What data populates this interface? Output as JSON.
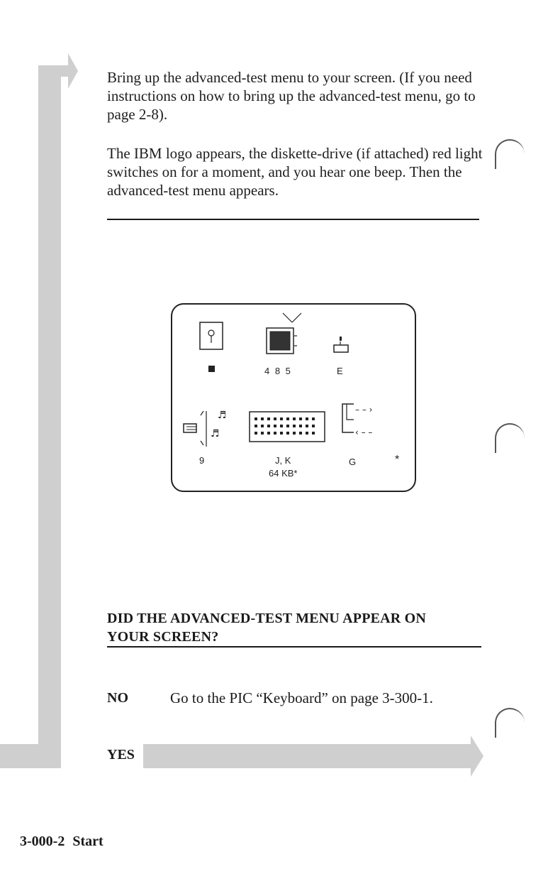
{
  "intro": {
    "paragraph1": "Bring up the advanced-test menu to your screen. (If you need instructions on how to bring up the advanced-test menu, go to page 2-8).",
    "paragraph2": "The IBM logo appears, the diskette-drive (if attached) red light switches on for a moment, and you hear one beep. Then the advanced-test menu appears."
  },
  "diagram": {
    "system_unit_digits": "4 8 5",
    "printer_letter": "E",
    "speaker_digit": "9",
    "memory_letters": "J, K",
    "memory_size": "64 KB*",
    "communications_letter": "G",
    "asterisk": "*"
  },
  "question": {
    "line1": "DID THE ADVANCED-TEST MENU APPEAR ON",
    "line2": "YOUR SCREEN?"
  },
  "answers": {
    "no_label": "NO",
    "no_text": "Go to the PIC “Keyboard” on page 3-300-1.",
    "yes_label": "YES"
  },
  "footer": {
    "page_id": "3-000-2",
    "section": "Start"
  },
  "colors": {
    "flow_arrow": "#cfcfcf",
    "text": "#1e1e1e"
  }
}
